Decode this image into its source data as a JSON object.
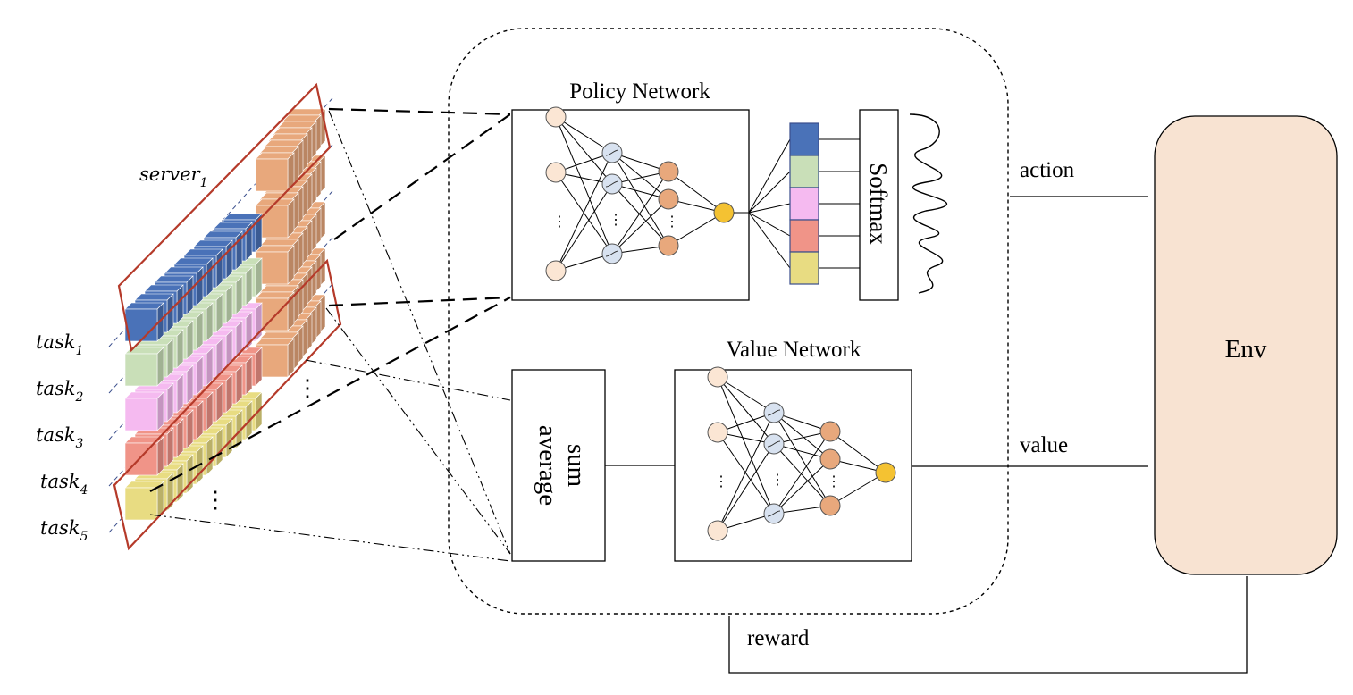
{
  "labels": {
    "policy_network": "Policy Network",
    "value_network": "Value Network",
    "softmax": "Softmax",
    "pool_sum": "sum",
    "pool_average": "average",
    "env": "Env",
    "action": "action",
    "value": "value",
    "reward": "reward",
    "ellipsis": "⋮"
  },
  "input_tensor": {
    "server_label": {
      "name": "server",
      "sub": "1"
    },
    "task_labels": [
      {
        "name": "task",
        "sub": "1"
      },
      {
        "name": "task",
        "sub": "2"
      },
      {
        "name": "task",
        "sub": "3"
      },
      {
        "name": "task",
        "sub": "4"
      },
      {
        "name": "task",
        "sub": "5"
      }
    ],
    "task_colors": [
      "#4a72b8",
      "#c9dfb8",
      "#f5baf0",
      "#f09488",
      "#e8dc82"
    ],
    "server_color": "#e8a87c",
    "highlight_color": "#b53a2a"
  },
  "softmax_colors": [
    "#4a72b8",
    "#c9dfb8",
    "#f5baf0",
    "#f09488",
    "#e8dc82"
  ],
  "colors": {
    "input_node": "#fbe6d4",
    "hidden_node": "#d8e2f0",
    "output_node": "#e8a87c",
    "final_node": "#f4c232",
    "env_fill": "#f8e3d2"
  }
}
